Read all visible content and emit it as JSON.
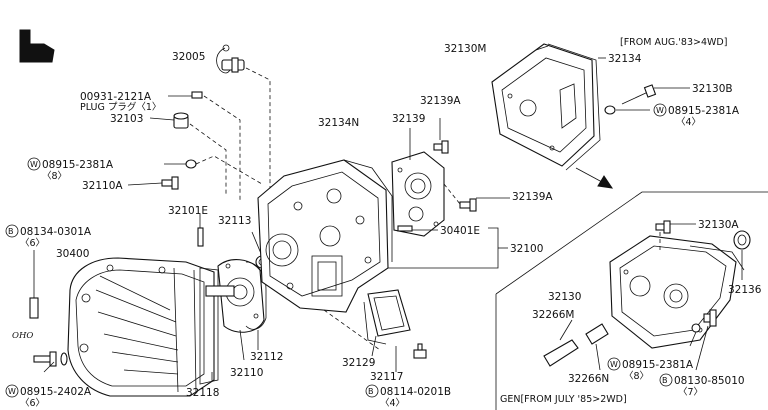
{
  "labels": {
    "p32005": "32005",
    "p00931": "00931-2121A",
    "plug": "PLUG プラグ〈1〉",
    "p32103": "32103",
    "w08915a": "08915-2381A",
    "w08915a_qty": "〈8〉",
    "p32110A": "32110A",
    "b08134": "08134-0301A",
    "b08134_qty": "〈6〉",
    "p30400": "30400",
    "p32101E": "32101E",
    "p32113": "32113",
    "oho": "OHO",
    "w08915b": "08915-2402A",
    "w08915b_qty": "〈6〉",
    "p32118": "32118",
    "p32110": "32110",
    "p32112": "32112",
    "p32134N": "32134N",
    "p32139": "32139",
    "p32139A_top": "32139A",
    "p32139A_mid": "32139A",
    "p30401E": "30401E",
    "p32100": "32100",
    "p32129": "32129",
    "p32117": "32117",
    "b08114": "08114-0201B",
    "b08114_qty": "〈4〉",
    "p32130M": "32130M",
    "from_aug": "[FROM AUG.'83>4WD]",
    "p32134": "32134",
    "p32130B": "32130B",
    "w08915c": "08915-2381A",
    "w08915c_qty": "〈4〉",
    "p32130A": "32130A",
    "p32136": "32136",
    "p32130": "32130",
    "p32266M": "32266M",
    "p32266N": "32266N",
    "w08915d": "08915-2381A",
    "w08915d_qty": "〈8〉",
    "b08130": "08130-85010",
    "b08130_qty": "〈7〉",
    "gen": "GEN[FROM JULY '85>2WD]"
  },
  "markers": {
    "washer": "W",
    "bolt": "B"
  }
}
